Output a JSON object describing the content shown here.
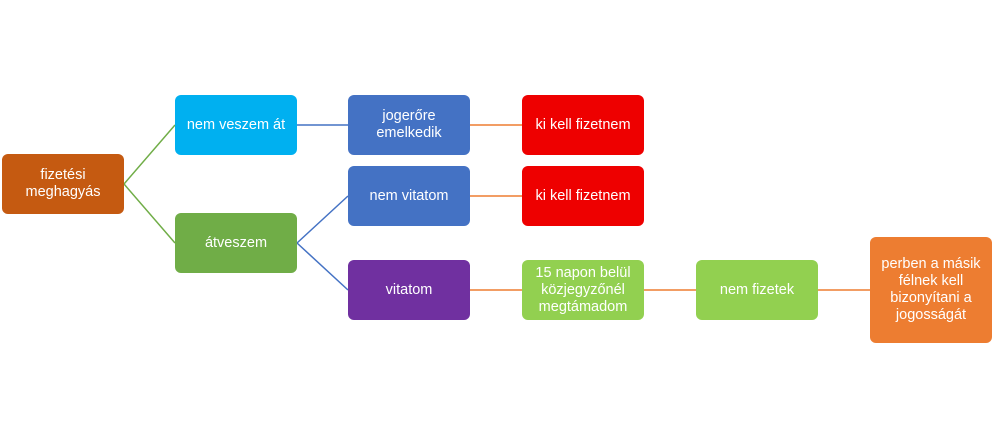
{
  "diagram": {
    "type": "tree",
    "nodes": [
      {
        "id": "root",
        "label": "fizetési meghagyás",
        "color": "#C55A11"
      },
      {
        "id": "nemve",
        "label": "nem veszem át",
        "color": "#00B0F0"
      },
      {
        "id": "atve",
        "label": "átveszem",
        "color": "#70AD47"
      },
      {
        "id": "joger",
        "label": "jogerőre emelkedik",
        "color": "#4472C4"
      },
      {
        "id": "nemvit",
        "label": "nem vitatom",
        "color": "#4472C4"
      },
      {
        "id": "vitat",
        "label": "vitatom",
        "color": "#7030A0"
      },
      {
        "id": "kif1",
        "label": "ki kell fizetnem",
        "color": "#EE0000"
      },
      {
        "id": "kif2",
        "label": "ki kell fizetnem",
        "color": "#EE0000"
      },
      {
        "id": "15nap",
        "label": "15 napon belül közjegyzőnél megtámadom",
        "color": "#92D050"
      },
      {
        "id": "nemfiz",
        "label": "nem fizetek",
        "color": "#92D050"
      },
      {
        "id": "perben",
        "label": "perben a másik félnek kell bizonyítani a jogosságát",
        "color": "#ED7D31"
      }
    ],
    "edges": [
      {
        "from": "root",
        "to": "nemve",
        "color": "#70AD47"
      },
      {
        "from": "root",
        "to": "atve",
        "color": "#70AD47"
      },
      {
        "from": "nemve",
        "to": "joger",
        "color": "#4472C4"
      },
      {
        "from": "atve",
        "to": "nemvit",
        "color": "#4472C4"
      },
      {
        "from": "atve",
        "to": "vitat",
        "color": "#4472C4"
      },
      {
        "from": "joger",
        "to": "kif1",
        "color": "#ED7D31"
      },
      {
        "from": "nemvit",
        "to": "kif2",
        "color": "#ED7D31"
      },
      {
        "from": "vitat",
        "to": "15nap",
        "color": "#ED7D31"
      },
      {
        "from": "15nap",
        "to": "nemfiz",
        "color": "#ED7D31"
      },
      {
        "from": "nemfiz",
        "to": "perben",
        "color": "#ED7D31"
      }
    ]
  }
}
